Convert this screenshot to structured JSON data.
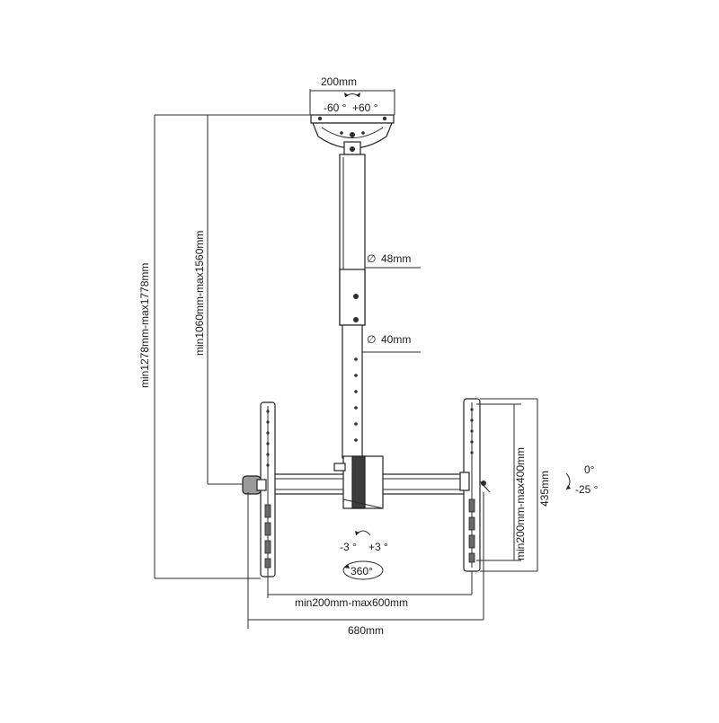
{
  "labels": {
    "plate_width": "200mm",
    "swivel_left": "-60 °",
    "swivel_right": "+60 °",
    "pole_upper_diameter": "48mm",
    "pole_lower_diameter": "40mm",
    "overall_height": "min1278mm-max1778mm",
    "pole_height": "min1060mm-max1560mm",
    "vesa_vertical": "min200mm-max400mm",
    "bracket_height": "435mm",
    "tilt_top": "0°",
    "tilt_bottom": "-25 °",
    "rotate_left": "-3 °",
    "rotate_right": "+3 °",
    "rotation": "360°",
    "vesa_horizontal": "min200mm-max600mm",
    "overall_width": "680mm"
  },
  "symbols": {
    "diameter": "∅"
  },
  "colors": {
    "line": "#222222",
    "metal": "#9a9a9a",
    "dark_metal": "#3c3c3c",
    "background": "#ffffff"
  }
}
